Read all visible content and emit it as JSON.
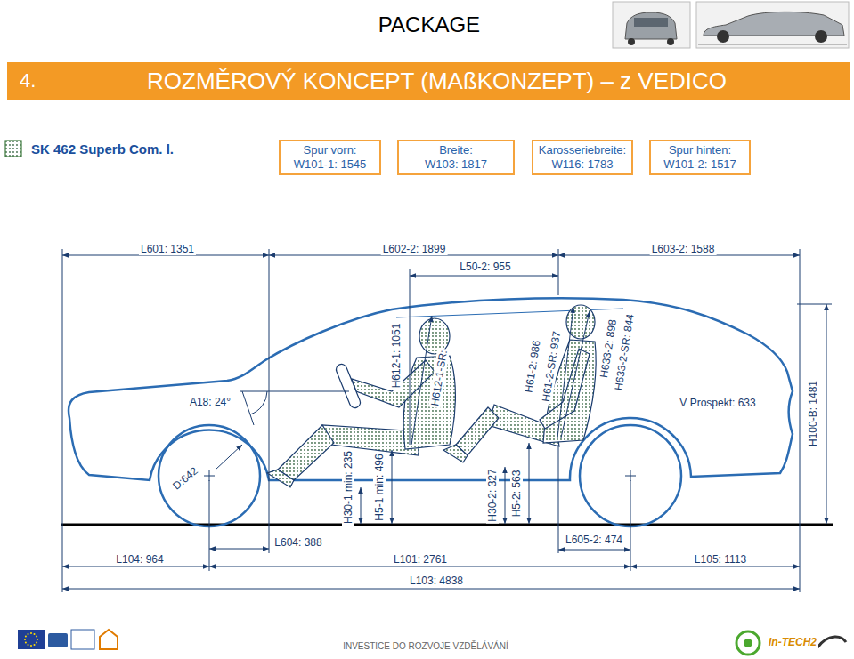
{
  "diagram": {
    "title": "PACKAGE",
    "nodes": [
      {
        "text": [
          "4.",
          "ROZMĚROVÝ KONCEPT (MAßKONZEPT) – z VEDICO"
        ]
      },
      {
        "text": [
          "Spur vorn:",
          "W101-1: 1545"
        ]
      },
      {
        "text": [
          "Breite:",
          "W103: 1817"
        ]
      },
      {
        "text": [
          "Karosseriebreite:",
          "W116: 1783"
        ]
      },
      {
        "text": [
          "Spur hinten:",
          "W101-2: 1517"
        ]
      }
    ],
    "labels": [
      "L601: 1351",
      "L602-2: 1899",
      "L603-2: 1588",
      "L50-2: 955",
      "H612-1: 1051",
      "H612-1-SR:",
      "H61-2: 986",
      "H61-2-SR: 937",
      "H633-2: 898",
      "H633-2-SR: 844",
      "A18: 24°",
      "V Prospekt: 633",
      "H100-B: 1481",
      "D:642",
      "H30-1 min: 235",
      "H5-1 min: 496",
      "H30-2: 327",
      "H5-2: 563",
      "L604: 388",
      "L605-2: 474",
      "L104: 964",
      "L101: 2761",
      "L105: 1113",
      "L103: 4838",
      "INVESTICE DO ROZVOJE VZDĚLÁVÁNÍ",
      "In-TECH2"
    ],
    "legend": [
      {
        "text": "SK 462 Superb Com. l."
      }
    ]
  }
}
